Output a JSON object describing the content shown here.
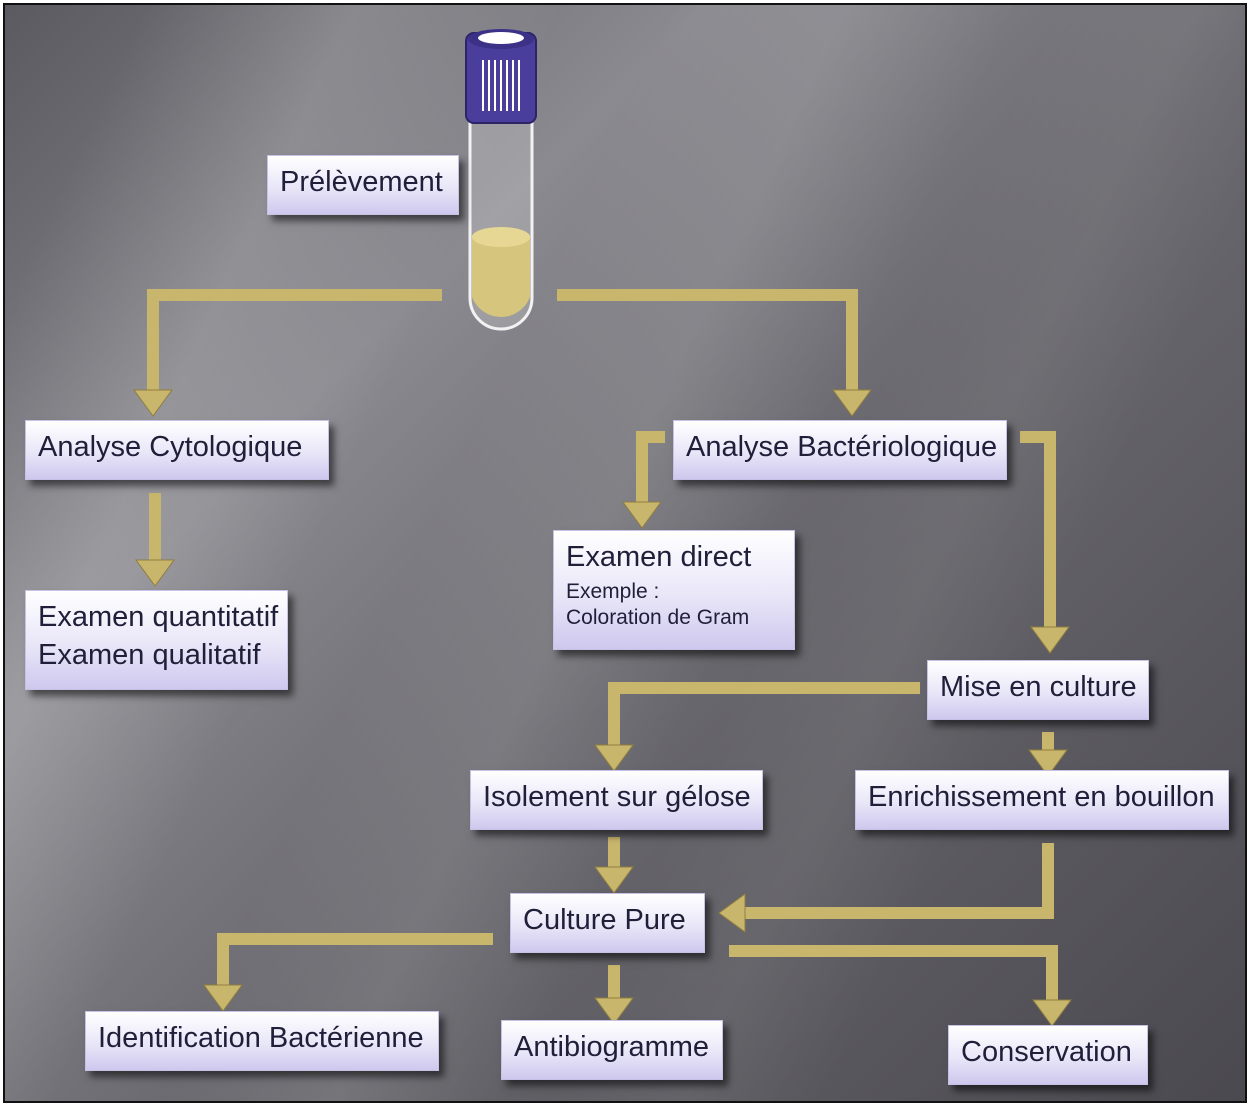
{
  "colors": {
    "arrow": "#c9b66d",
    "arrow_dark": "#8f7d3f",
    "box_text": "#1f1f3a",
    "tube_cap": "#4a3e9c",
    "tube_liquid": "#d6c57c"
  },
  "icons": [
    "sample-tube-icon"
  ],
  "nodes": {
    "prelevement": "Prélèvement",
    "analyse_cytologique": "Analyse Cytologique",
    "analyse_bacteriologique": "Analyse Bactériologique",
    "examen_quantitatif": "Examen quantitatif",
    "examen_qualitatif": "Examen qualitatif",
    "examen_direct": "Examen direct",
    "exemple": "Exemple :",
    "coloration_gram": "Coloration de Gram",
    "mise_en_culture": "Mise en culture",
    "isolement_gelose": "Isolement sur gélose",
    "enrichissement_bouillon": "Enrichissement en bouillon",
    "culture_pure": "Culture Pure",
    "identification": "Identification Bactérienne",
    "antibiogramme": "Antibiogramme",
    "conservation": "Conservation"
  }
}
